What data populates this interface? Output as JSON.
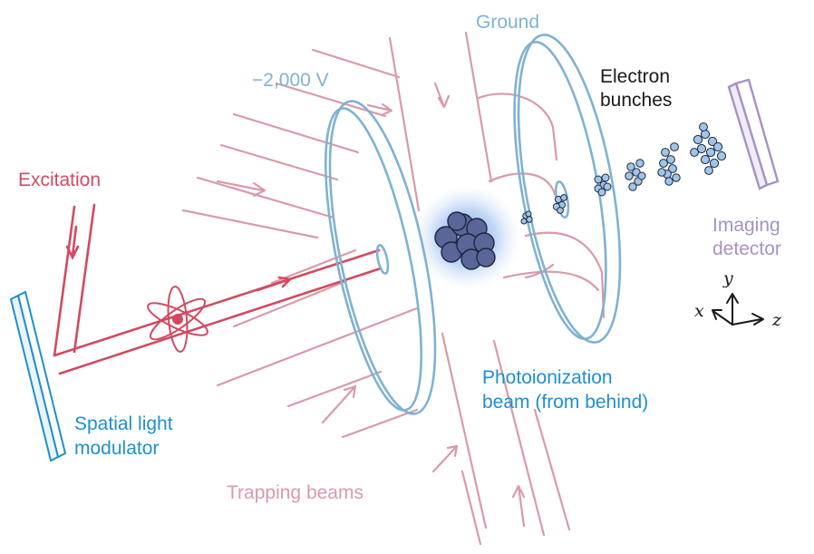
{
  "labels": {
    "ground": "Ground",
    "voltage": "−2,000 V",
    "electron_line1": "Electron",
    "electron_line2": "bunches",
    "excitation": "Excitation",
    "imaging_line1": "Imaging",
    "imaging_line2": "detector",
    "photo_line1": "Photoionization",
    "photo_line2": "beam (from behind)",
    "slm_line1": "Spatial light",
    "slm_line2": "modulator",
    "trapping": "Trapping beams"
  },
  "axes": {
    "x": "x",
    "y": "y",
    "z": "z"
  },
  "colors": {
    "trapping_beam": "#d99aa8",
    "excitation_beam": "#d24a60",
    "electrode": "#7fb2d2",
    "electron": "#9fc6e6",
    "atom_cloud": "#5a6698",
    "glow": "#5d8fe0",
    "detector": "#a592c4",
    "slm": "#1f8fcf"
  }
}
